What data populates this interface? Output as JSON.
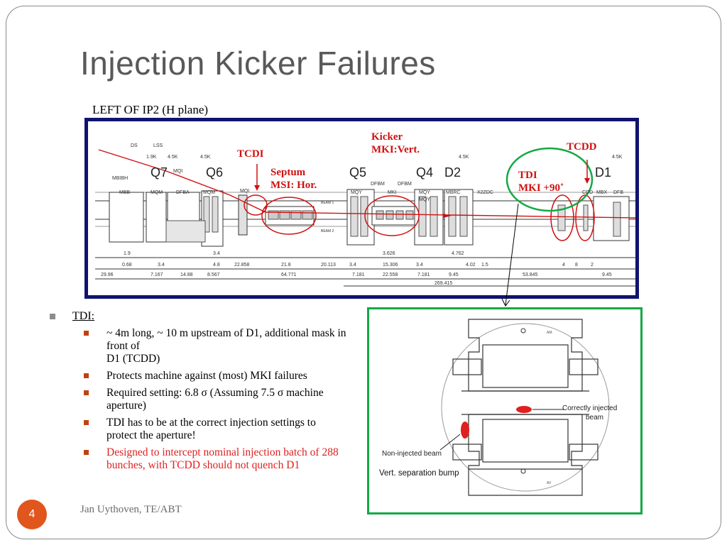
{
  "slide": {
    "title": "Injection Kicker Failures",
    "subtitle": "LEFT OF IP2 (H plane)",
    "page_number": "4",
    "footer": "Jan Uythoven, TE/ABT"
  },
  "diagram": {
    "annotations": {
      "kicker_line1": "Kicker",
      "kicker_line2": "MKI:Vert.",
      "tcdi": "TCDI",
      "septum_line1": "Septum",
      "septum_line2": "MSI: Hor.",
      "tcdd": "TCDD",
      "tdi_line1": "TDI",
      "tdi_line2": "MKI +90˚"
    },
    "section_labels": [
      "DS",
      "LSS"
    ],
    "temperature_labels": [
      "1.9K",
      "4.5K",
      "4.5K",
      "4.5K",
      "4.5K"
    ],
    "quad_labels": [
      "Q7",
      "Q6",
      "Q5",
      "Q4",
      "D2",
      "D1"
    ],
    "element_labels": [
      "MBIBH",
      "MQI",
      "MQI",
      "DFBM",
      "DFBM",
      "MKI",
      "MQY",
      "MBB",
      "MQM",
      "DFBA",
      "MQM",
      "MQY",
      "MQY",
      "MBRC",
      "X2ZDC",
      "CDD",
      "MBX",
      "DFB"
    ],
    "beam_labels": [
      "BEAM 1",
      "BEAM 2"
    ],
    "dimension_row1": [
      "1.9",
      "3.4",
      "3.626",
      "4.762"
    ],
    "dimension_row2": [
      "0.68",
      "3.4",
      "4.8",
      "22.858",
      "21.8",
      "20.113",
      "3.4",
      "15.306",
      "3.4",
      "4.02",
      "1.5",
      "4",
      "8",
      "2"
    ],
    "dimension_row3": [
      "29.96",
      "7.167",
      "14.88",
      "8.567",
      "64.771",
      "7.181",
      "22.558",
      "7.181",
      "9.45",
      "53.845",
      "9.45"
    ],
    "dimension_total": "269.415"
  },
  "bullets": {
    "main": "TDI:",
    "items": [
      {
        "text": "~ 4m long, ~ 10 m upstream of D1, additional mask in front of",
        "line2": "D1 (TCDD)"
      },
      {
        "text": "Protects machine against (most) MKI failures"
      },
      {
        "text": "Required setting: 6.8 σ (Assuming 7.5 σ machine aperture)"
      },
      {
        "text": "TDI has to be at the correct injection settings to protect the aperture!"
      },
      {
        "text": "Designed to intercept nominal injection batch of 288 bunches, with TCDD should not quench D1"
      }
    ]
  },
  "inset": {
    "label_correct_line1": "Correctly injected",
    "label_correct_line2": "beam",
    "label_noninjected": "Non-injected beam",
    "label_bump": "Vert. separation bump",
    "corner_top": "AM",
    "corner_bottom": "AV"
  },
  "colors": {
    "title": "#595959",
    "diagram_border": "#10136e",
    "inset_border": "#14a845",
    "annotation_red": "#d01010",
    "badge": "#e0561c"
  }
}
